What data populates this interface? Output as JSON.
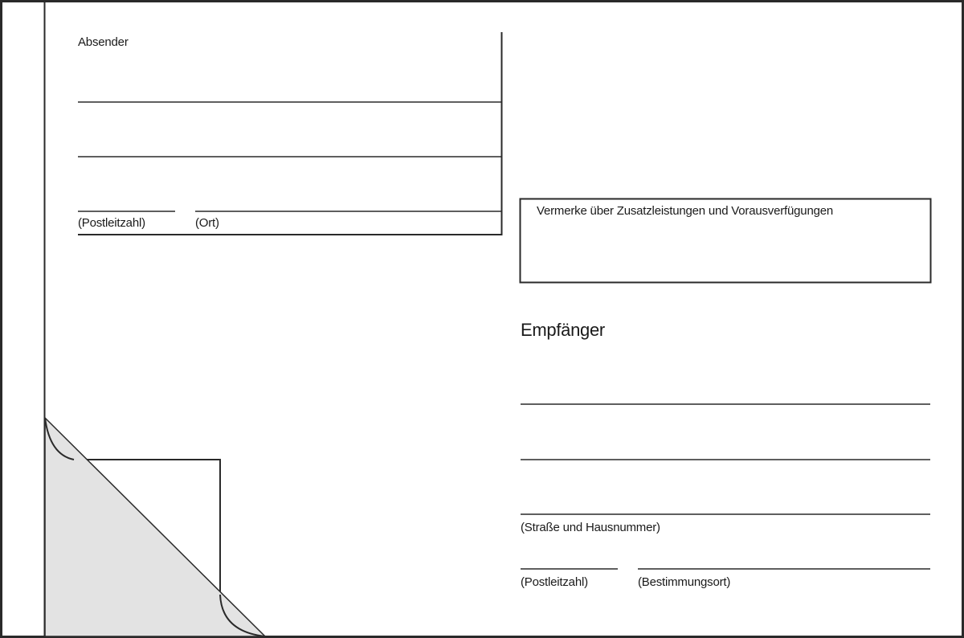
{
  "sender": {
    "heading": "Absender",
    "postal_code_label": "(Postleitzahl)",
    "city_label": "(Ort)"
  },
  "notes_box": {
    "label": "Vermerke über Zusatzleistungen und Vorausverfügungen"
  },
  "recipient": {
    "heading": "Empfänger",
    "street_label": "(Straße und Hausnummer)",
    "postal_code_label": "(Postleitzahl)",
    "destination_label": "(Bestimmungsort)"
  }
}
